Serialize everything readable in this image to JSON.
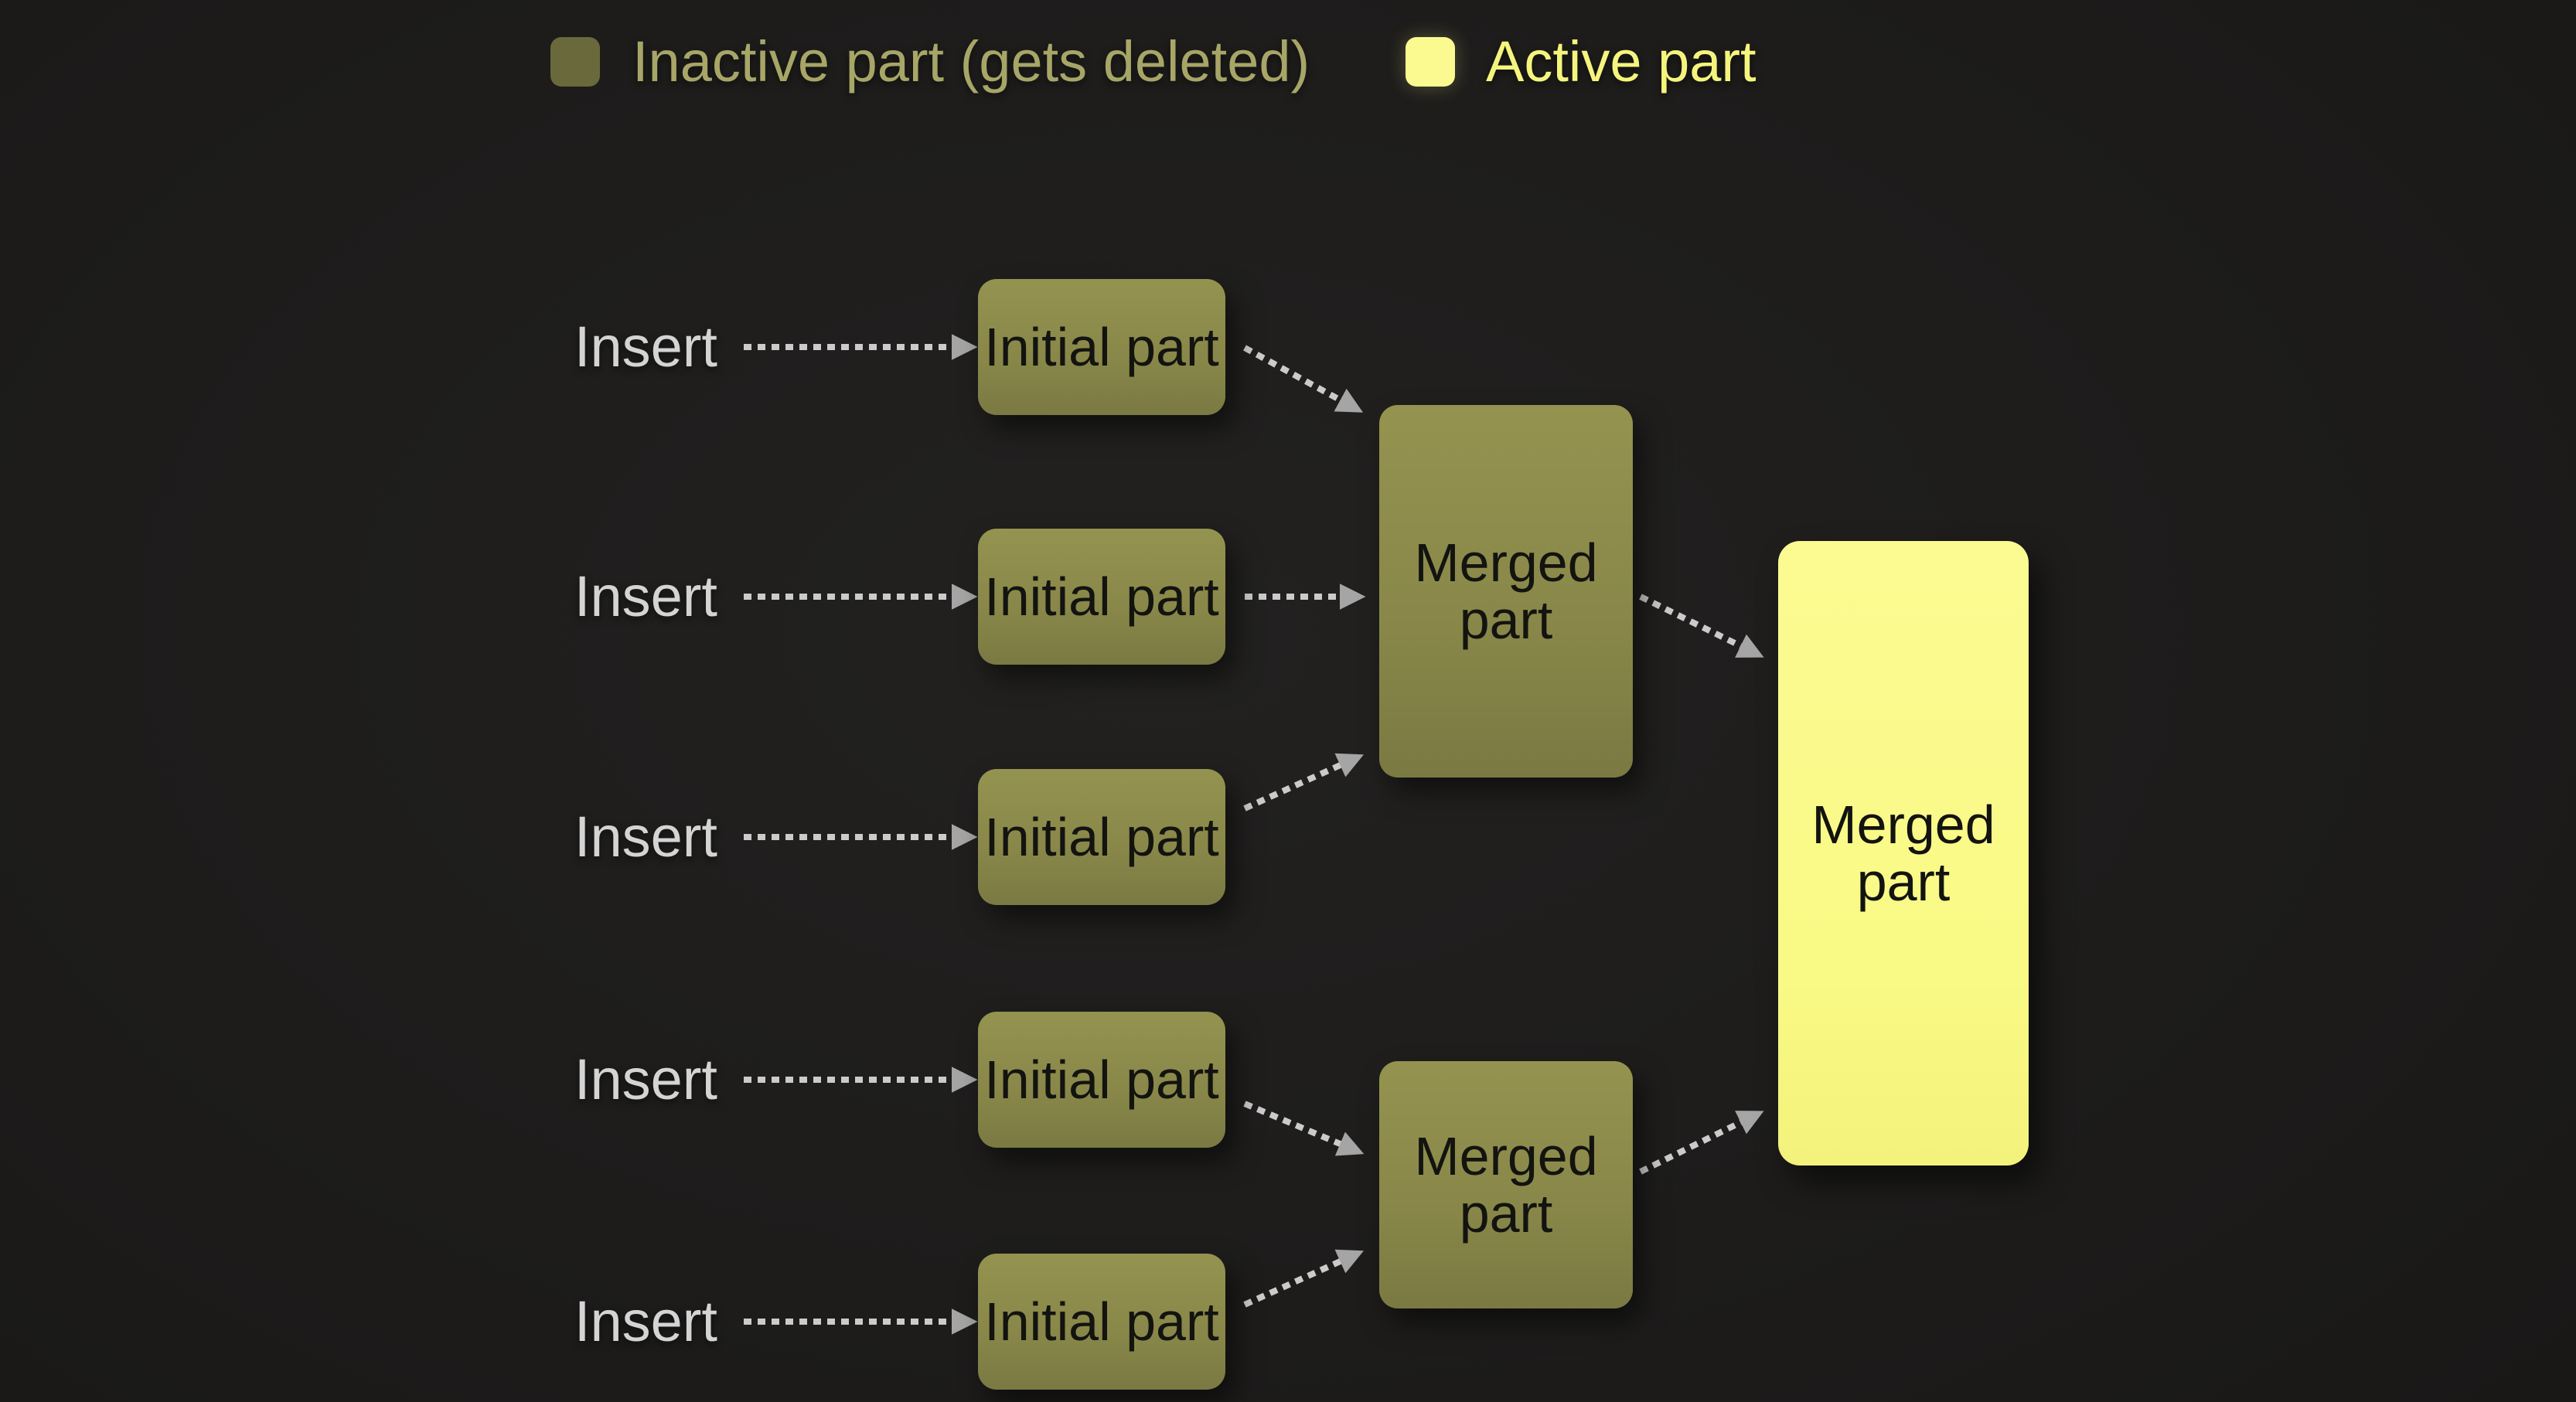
{
  "legend": {
    "inactive": {
      "label": "Inactive part (gets deleted)",
      "swatch_color": "#6a693c",
      "text_color": "#a7a667"
    },
    "active": {
      "label": "Active part",
      "swatch_color": "#fafa90",
      "text_color": "#f5f57e"
    }
  },
  "flow": {
    "inserts": [
      {
        "label": "Insert"
      },
      {
        "label": "Insert"
      },
      {
        "label": "Insert"
      },
      {
        "label": "Insert"
      },
      {
        "label": "Insert"
      }
    ],
    "initial_parts": [
      {
        "label": "Initial part",
        "state": "inactive"
      },
      {
        "label": "Initial part",
        "state": "inactive"
      },
      {
        "label": "Initial part",
        "state": "inactive"
      },
      {
        "label": "Initial part",
        "state": "inactive"
      },
      {
        "label": "Initial part",
        "state": "inactive"
      }
    ],
    "merged_parts": [
      {
        "label": "Merged part",
        "state": "inactive"
      },
      {
        "label": "Merged part",
        "state": "inactive"
      },
      {
        "label": "Merged part",
        "state": "active"
      }
    ]
  },
  "colors": {
    "background": "#1d1c1b",
    "inactive_part_fill": "#8b8a4e",
    "inactive_legend_swatch": "#6a693c",
    "inactive_legend_text": "#a7a667",
    "active_part_fill": "#fafa88",
    "active_legend_text": "#f5f57e",
    "insert_text": "#d4d4d4",
    "part_label_text": "#131310",
    "arrow_dash": "#cbcbcb",
    "arrowhead": "#a5a5a5"
  }
}
